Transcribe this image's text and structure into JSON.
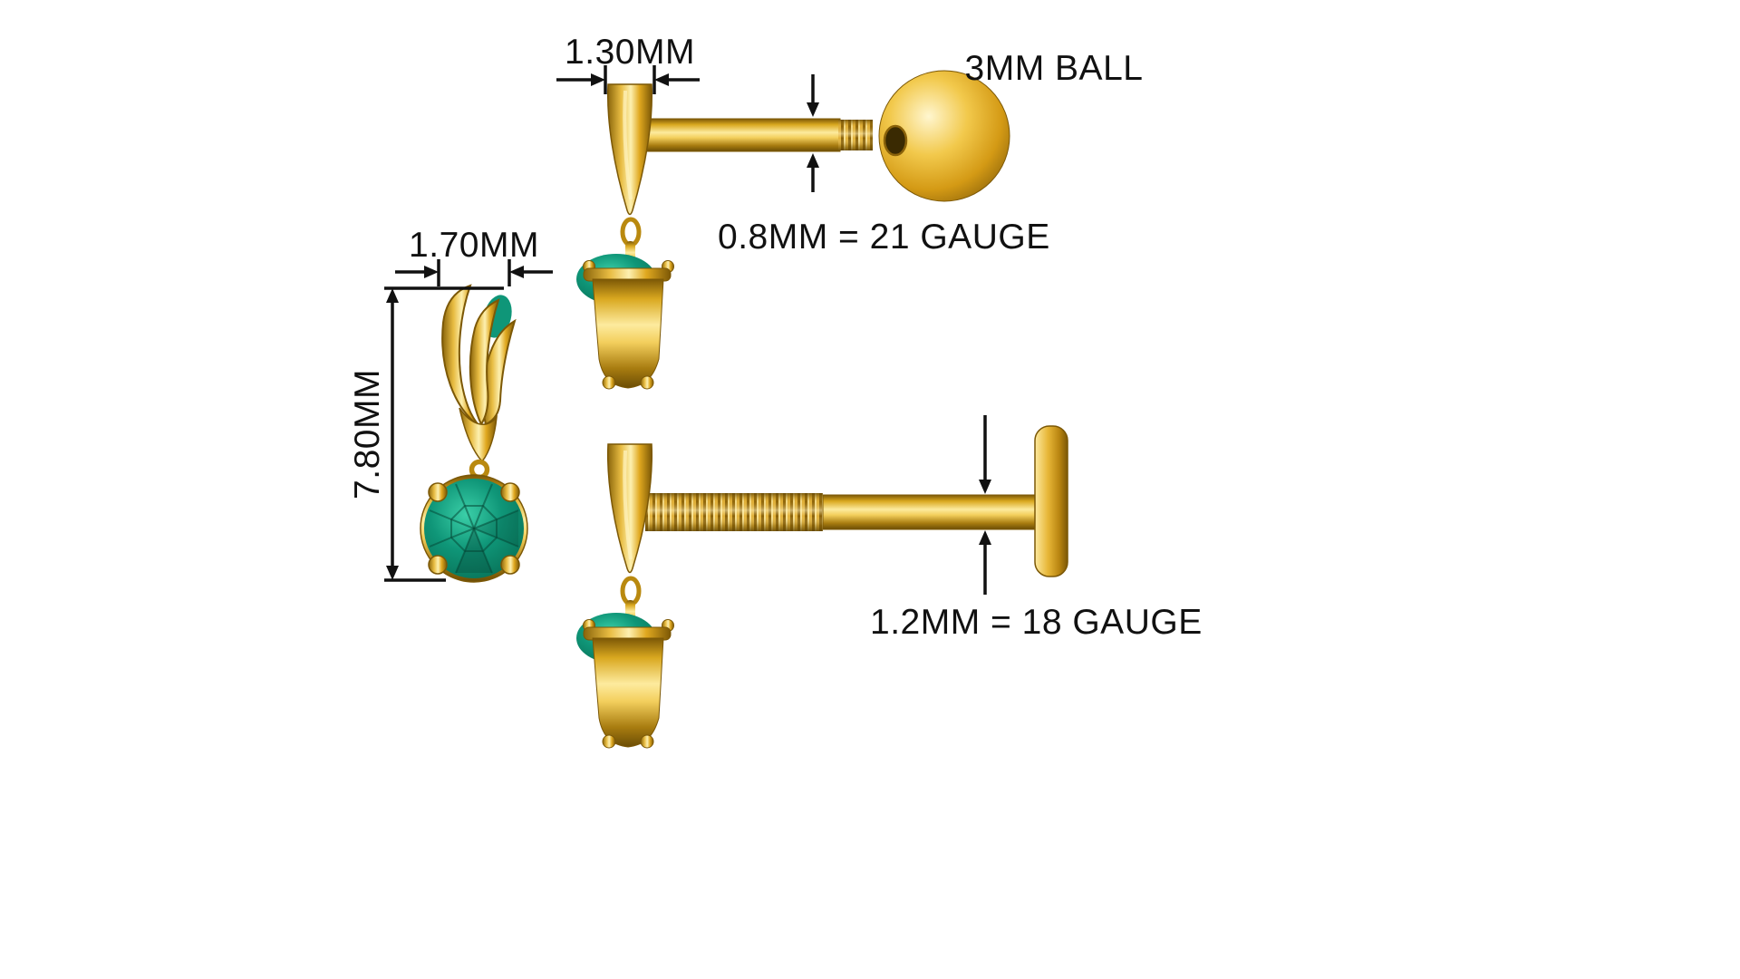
{
  "labels": {
    "top_width": "1.30MM",
    "ball_size": "3MM BALL",
    "top_post_gauge": "0.8MM = 21 GAUGE",
    "front_width": "1.70MM",
    "front_height": "7.80MM",
    "bottom_post_gauge": "1.2MM = 18 GAUGE"
  },
  "colors": {
    "background": "#ffffff",
    "annotation": "#111111",
    "gold": "#e0a81f",
    "gold_highlight": "#fdf0b0",
    "gold_shadow": "#7c5806",
    "emerald": "#0f9678",
    "emerald_dark": "#065844"
  }
}
